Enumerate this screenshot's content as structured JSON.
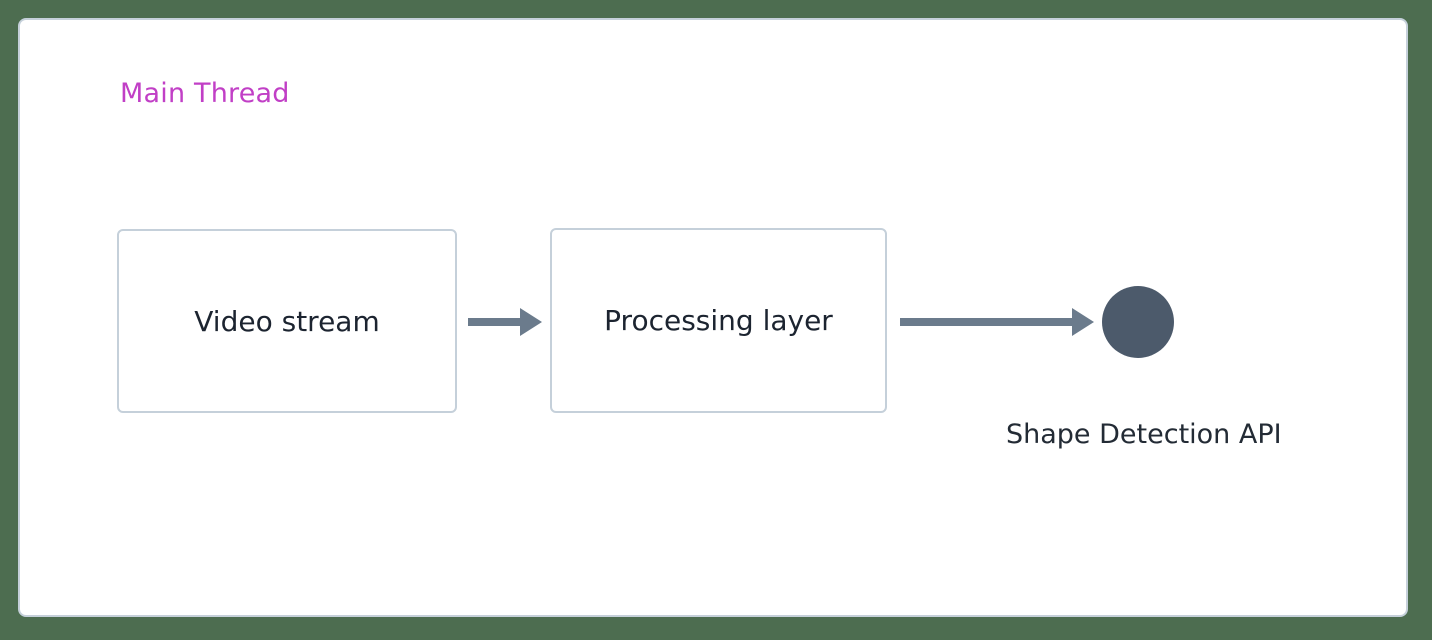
{
  "diagram": {
    "title": "Main Thread",
    "canvas": {
      "background_color": "#4d6d50",
      "panel_background": "#ffffff",
      "panel_border_color": "#c5d0da"
    },
    "group": {
      "label": "Main Thread",
      "label_color": "#c13fc6"
    },
    "nodes": [
      {
        "id": "video-stream",
        "label": "Video stream",
        "shape": "rounded-rectangle",
        "fill": "#ffffff",
        "border_color": "#c5d0da",
        "text_color": "#1c2430"
      },
      {
        "id": "processing-layer",
        "label": "Processing layer",
        "shape": "rounded-rectangle",
        "fill": "#ffffff",
        "border_color": "#c5d0da",
        "text_color": "#1c2430"
      },
      {
        "id": "shape-detection-api",
        "label": "Shape Detection API",
        "shape": "circle",
        "fill": "#4c5a6b",
        "text_color": "#232b35"
      }
    ],
    "edges": [
      {
        "id": "edge-video-to-processing",
        "from": "video-stream",
        "to": "processing-layer",
        "style": "solid-arrow",
        "color": "#6b7b8c"
      },
      {
        "id": "edge-processing-to-shape-detection",
        "from": "processing-layer",
        "to": "shape-detection-api",
        "style": "solid-arrow",
        "color": "#6b7b8c"
      }
    ]
  }
}
